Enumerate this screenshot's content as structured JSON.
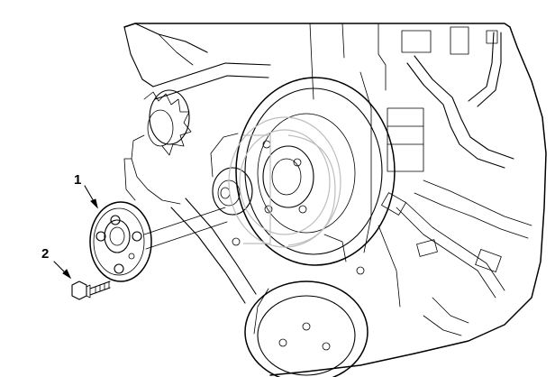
{
  "diagram": {
    "callouts": [
      {
        "id": "1",
        "label": "1"
      },
      {
        "id": "2",
        "label": "2"
      }
    ],
    "colors": {
      "line": "#000000",
      "background": "#ffffff",
      "watermark": "#bdbdbd"
    }
  }
}
